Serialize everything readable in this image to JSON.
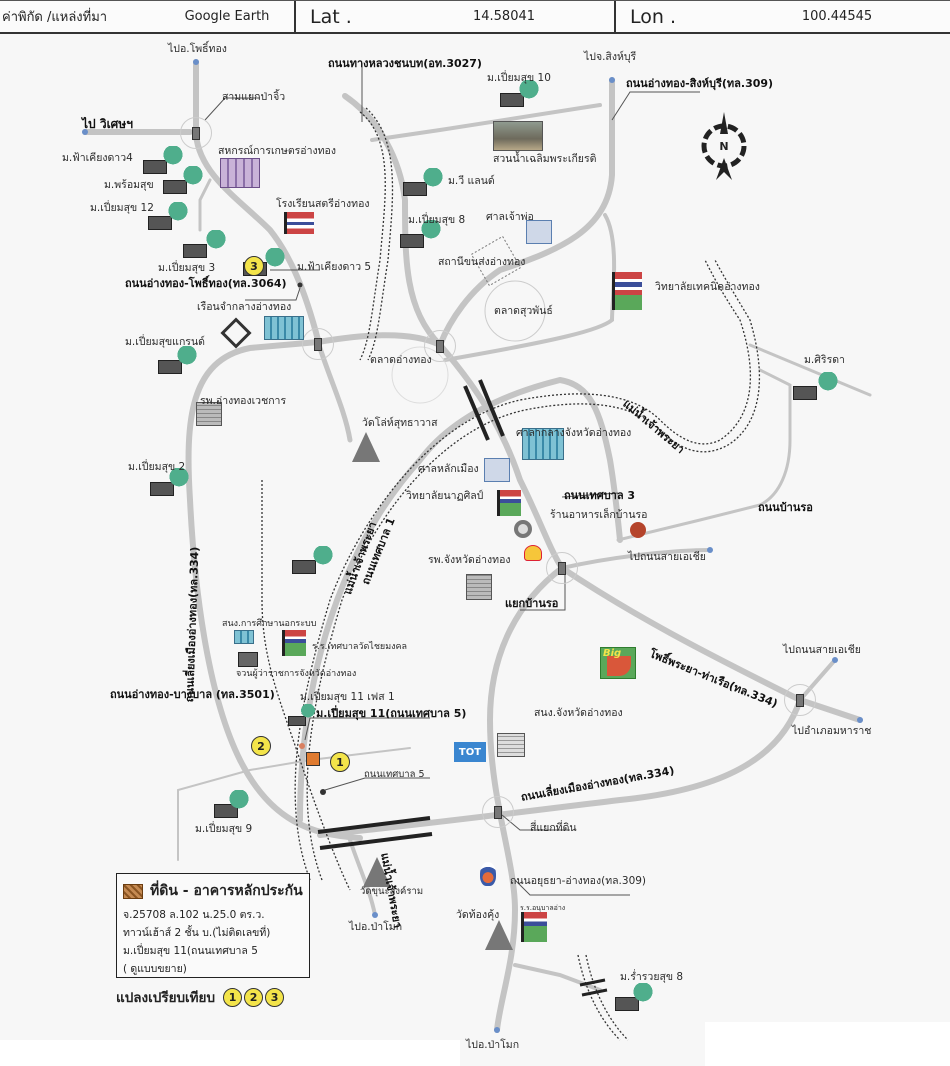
{
  "header": {
    "coord_label": "ค่าพิกัด /แหล่งที่มา",
    "source": "Google Earth",
    "lat_label": "Lat .",
    "lat_value": "14.58041",
    "lon_label": "Lon .",
    "lon_value": "100.44545"
  },
  "compass": {
    "label": "N"
  },
  "roads": {
    "r3027": "ถนนทางหลวงชนบท(อท.3027)",
    "r309_north": "ถนนอ่างทอง-สิงห์บุรี(ทล.309)",
    "r3064": "ถนนอ่างทอง-โพธิ์ทอง(ทล.3064)",
    "r334_west": "ถนนเลี่ยงเมืองอ่างทอง(ทล.334)",
    "r3501": "ถนนอ่างทอง-บางบาล (ทล.3501)",
    "tessaban1": "ถนนเทศบาล 1",
    "tessaban3": "ถนนเทศบาล 3",
    "tessaban5": "ถนนเทศบาล 5",
    "banrot": "ถนนบ้านรอ",
    "r334_east": "โพธิ์พระยา-ท่าเรือ(ทล.334)",
    "r334_south": "ถนนเลี่ยงเมืองอ่างทอง(ทล.334)",
    "r309_south": "ถนนอยุธยา-อ่างทอง(ทล.309)"
  },
  "directions": {
    "to_photong": "ไปอ.โพธิ์ทอง",
    "to_wiset": "ไป วิเศษฯ",
    "to_singburi": "ไปจ.สิงห์บุรี",
    "to_asia_1": "ไปถนนสายเอเชีย",
    "to_asia_2": "ไปถนนสายเอเชีย",
    "to_maharat": "ไปอำเภอมหาราช",
    "to_pamok_1": "ไปอ.ป่าโมก",
    "to_pamok_2": "ไปอ.ป่าโมก"
  },
  "intersections": {
    "pajiw": "สามแยกป่าจิ้ว",
    "banrot": "แยกบ้านรอ",
    "thidin": "สี่แยกที่ดิน"
  },
  "rivers": {
    "chaophraya_1": "แม่น้ำเจ้าพระยา",
    "chaophraya_2": "แม่น้ำเจ้าพระยา",
    "chaophraya_3": "แม่น้ำเจ้าพระยา"
  },
  "places": {
    "fakiangdao4": "ม.ฟ้าเคียงดาว4",
    "promsuk": "ม.พร้อมสุข",
    "pleomsuk12": "ม.เปี่ยมสุข 12",
    "pleomsuk3": "ม.เปี่ยมสุข 3",
    "fakiangdao5": "ม.ฟ้าเคียงดาว 5",
    "coop": "สหกรณ์การเกษตรอ่างทอง",
    "girls_school": "โรงเรียนสตรีอ่างทอง",
    "pleomsuk10": "ม.เปี่ยมสุข 10",
    "park": "สวนน้ำเฉลิมพระเกียรติ",
    "wee_land": "ม.วี แลนด์",
    "pleomsuk8": "ม.เปี่ยมสุข 8",
    "shrine": "ศาลเจ้าพ่อ",
    "bus_station": "สถานีขนส่งอ่างทอง",
    "suwaphan_market": "ตลาดสุวพันธ์",
    "tech_college": "วิทยาลัยเทคนิคอ่างทอง",
    "prison": "เรือนจำกลางอ่างทอง",
    "pleomsuk_grand": "ม.เปี่ยมสุขแกรนด์",
    "angthong_market": "ตลาดอ่างทอง",
    "vejchakarn_hosp": "รพ.อ่างทองเวชการ",
    "wat_lo": "วัดโล่ห์สุทธาวาส",
    "city_hall": "ศาลากลางจังหวัดอ่างทอง",
    "siritda": "ม.ศิริรดา",
    "pleomsuk2": "ม.เปี่ยมสุข 2",
    "city_pillar": "ศาลหลักเมือง",
    "dramatic_arts": "วิทยาลัยนาฏศิลป์",
    "ban_rot_restaurant": "ร้านอาหารเล็กบ้านรอ",
    "provincial_hosp": "รพ.จังหวัดอ่างทอง",
    "nonformal_edu": "สนง.การศึกษานอกระบบ",
    "tessaban_school": "ร.ร.เทศบาลวัดไชยมงคล",
    "governor_house": "จวนผู้ว่าราชการจังหวัดอ่างทอง",
    "pleomsuk11_p1": "ม.เปี่ยมสุข 11 เฟส 1",
    "pleomsuk11": "ม.เปี่ยมสุข 11(ถนนเทศบาล 5)",
    "provincial_office": "สนง.จังหวัดอ่างทอง",
    "tot": "TOT",
    "big_c": "Big",
    "pleomsuk9": "ม.เปี่ยมสุข 9",
    "wat_khun": "วัดขุนะสงค์ราม",
    "wat_thongkung": "วัดท้องคุ้ง",
    "anuban_school": "ร.ร.อนุบาลอ่าง",
    "rumruay8": "ม.ร่ำรวยสุข 8"
  },
  "markers": [
    "1",
    "2",
    "3"
  ],
  "legend": {
    "title": "ที่ดิน - อาคารหลักประกัน",
    "lines": [
      "จ.25708 ล.102 น.25.0 ตร.ว.",
      "ทาวน์เฮ้าส์ 2 ชั้น บ.(ไม่ติดเลขที่)",
      "ม.เปี่ยมสุข 11(ถนนเทศบาล 5",
      "( ดูแบบขยาย)"
    ],
    "compare_label": "แปลงเปรียบเทียบ"
  },
  "colors": {
    "road": "#c2c2c2",
    "river_dash": "#333333",
    "marker": "#f3e44a",
    "tree": "#4fae8c"
  }
}
